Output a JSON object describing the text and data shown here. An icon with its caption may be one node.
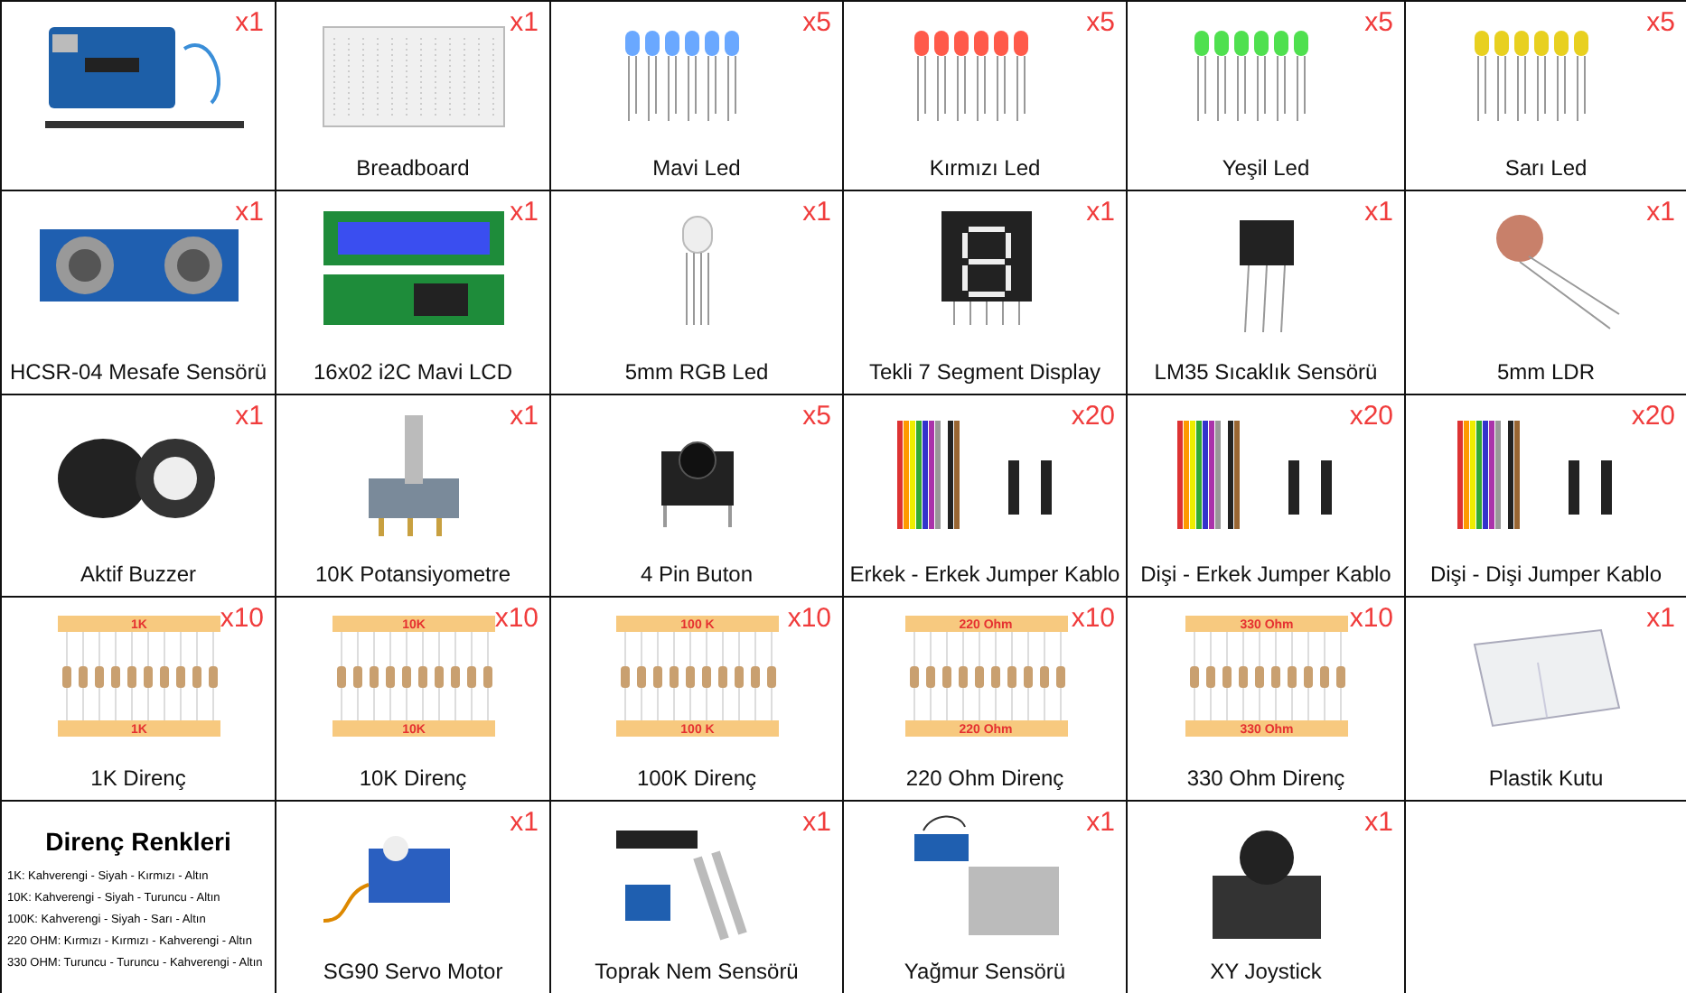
{
  "diagram": {
    "labels": [
      "x1",
      "x1",
      "Breadboard",
      "x5",
      "Mavi Led",
      "x5",
      "Kırmızı Led",
      "x5",
      "Yeşil Led",
      "x5",
      "Sarı Led",
      "x1",
      "HCSR-04 Mesafe Sensörü",
      "x1",
      "16x02 i2C Mavi LCD",
      "x1",
      "5mm RGB Led",
      "x1",
      "Tekli 7 Segment Display",
      "x1",
      "LM35 Sıcaklık Sensörü",
      "x1",
      "5mm LDR",
      "x1",
      "Aktif Buzzer",
      "x1",
      "10K Potansiyometre",
      "x5",
      "4 Pin Buton",
      "x20",
      "Erkek - Erkek Jumper Kablo",
      "x20",
      "Dişi - Erkek Jumper Kablo",
      "x20",
      "Dişi - Dişi Jumper Kablo",
      "x10",
      "1K",
      "1K",
      "1K Direnç",
      "x10",
      "10K",
      "10K",
      "10K Direnç",
      "x10",
      "100 K",
      "100 K",
      "100K Direnç",
      "x10",
      "220 Ohm",
      "220 Ohm",
      "220 Ohm Direnç",
      "x10",
      "330 Ohm",
      "330 Ohm",
      "330 Ohm Direnç",
      "x1",
      "Plastik Kutu",
      "Direnç Renkleri",
      "1K: Kahverengi - Siyah - Kırmızı - Altın",
      "10K: Kahverengi - Siyah - Turuncu - Altın",
      "100K: Kahverengi - Siyah - Sarı - Altın",
      "220 OHM: Kırmızı - Kırmızı - Kahverengi - Altın",
      "330 OHM: Turuncu - Turuncu - Kahverengi - Altın",
      "x1",
      "SG90 Servo Motor",
      "x1",
      "Toprak Nem Sensörü",
      "x1",
      "Yağmur Sensörü",
      "x1",
      "XY Joystick"
    ]
  }
}
